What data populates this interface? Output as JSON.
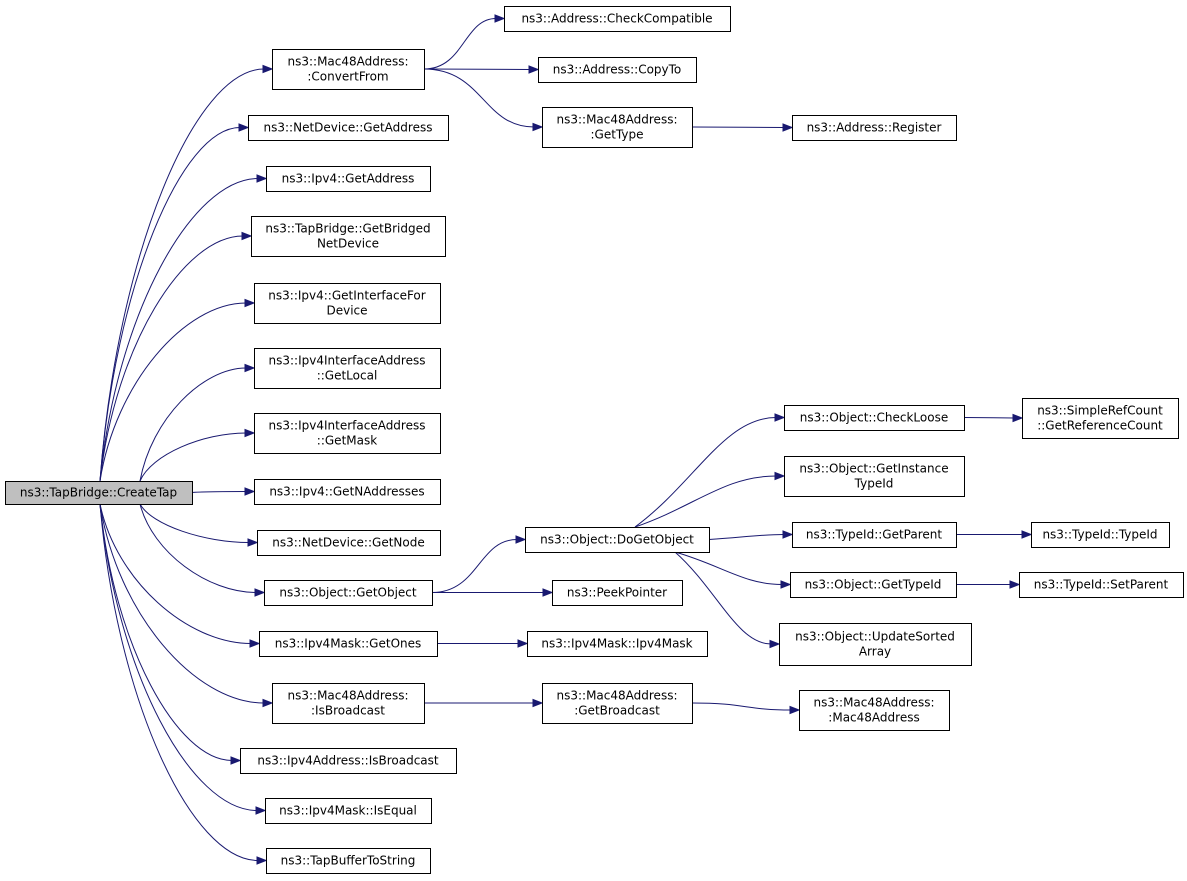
{
  "diagram": {
    "title": "",
    "colors": {
      "edge": "#191970",
      "node_border": "#000000",
      "root_fill": "#bfbfbf",
      "node_fill": "#ffffff"
    },
    "nodes": [
      {
        "id": "createtap",
        "lines": [
          "ns3::TapBridge::CreateTap"
        ],
        "root": true
      },
      {
        "id": "convertfrom",
        "lines": [
          "ns3::Mac48Address:",
          ":ConvertFrom"
        ]
      },
      {
        "id": "netdev_getaddress",
        "lines": [
          "ns3::NetDevice::GetAddress"
        ]
      },
      {
        "id": "ipv4_getaddress",
        "lines": [
          "ns3::Ipv4::GetAddress"
        ]
      },
      {
        "id": "getbridged",
        "lines": [
          "ns3::TapBridge::GetBridged",
          "NetDevice"
        ]
      },
      {
        "id": "getinterfacefor",
        "lines": [
          "ns3::Ipv4::GetInterfaceFor",
          "Device"
        ]
      },
      {
        "id": "getlocal",
        "lines": [
          "ns3::Ipv4InterfaceAddress",
          "::GetLocal"
        ]
      },
      {
        "id": "getmask",
        "lines": [
          "ns3::Ipv4InterfaceAddress",
          "::GetMask"
        ]
      },
      {
        "id": "getnaddresses",
        "lines": [
          "ns3::Ipv4::GetNAddresses"
        ]
      },
      {
        "id": "getnode",
        "lines": [
          "ns3::NetDevice::GetNode"
        ]
      },
      {
        "id": "getobject",
        "lines": [
          "ns3::Object::GetObject"
        ]
      },
      {
        "id": "getones",
        "lines": [
          "ns3::Ipv4Mask::GetOnes"
        ]
      },
      {
        "id": "mac_isbroadcast",
        "lines": [
          "ns3::Mac48Address:",
          ":IsBroadcast"
        ]
      },
      {
        "id": "ipv4addr_isbroadcast",
        "lines": [
          "ns3::Ipv4Address::IsBroadcast"
        ]
      },
      {
        "id": "isequal",
        "lines": [
          "ns3::Ipv4Mask::IsEqual"
        ]
      },
      {
        "id": "tapbuffertostring",
        "lines": [
          "ns3::TapBufferToString"
        ]
      },
      {
        "id": "checkcompatible",
        "lines": [
          "ns3::Address::CheckCompatible"
        ]
      },
      {
        "id": "copyto",
        "lines": [
          "ns3::Address::CopyTo"
        ]
      },
      {
        "id": "mac_gettype",
        "lines": [
          "ns3::Mac48Address:",
          ":GetType"
        ]
      },
      {
        "id": "register",
        "lines": [
          "ns3::Address::Register"
        ]
      },
      {
        "id": "dogetobject",
        "lines": [
          "ns3::Object::DoGetObject"
        ]
      },
      {
        "id": "peekpointer",
        "lines": [
          "ns3::PeekPointer"
        ]
      },
      {
        "id": "ipv4mask_ctor",
        "lines": [
          "ns3::Ipv4Mask::Ipv4Mask"
        ]
      },
      {
        "id": "getbroadcast",
        "lines": [
          "ns3::Mac48Address:",
          ":GetBroadcast"
        ]
      },
      {
        "id": "mac48_ctor",
        "lines": [
          "ns3::Mac48Address:",
          ":Mac48Address"
        ]
      },
      {
        "id": "checkloose",
        "lines": [
          "ns3::Object::CheckLoose"
        ]
      },
      {
        "id": "getinstancetypeid",
        "lines": [
          "ns3::Object::GetInstance",
          "TypeId"
        ]
      },
      {
        "id": "typeid_getparent",
        "lines": [
          "ns3::TypeId::GetParent"
        ]
      },
      {
        "id": "object_gettypeid",
        "lines": [
          "ns3::Object::GetTypeId"
        ]
      },
      {
        "id": "updatesorted",
        "lines": [
          "ns3::Object::UpdateSorted",
          "Array"
        ]
      },
      {
        "id": "getreferencecount",
        "lines": [
          "ns3::SimpleRefCount",
          "::GetReferenceCount"
        ]
      },
      {
        "id": "typeid_ctor",
        "lines": [
          "ns3::TypeId::TypeId"
        ]
      },
      {
        "id": "setparent",
        "lines": [
          "ns3::TypeId::SetParent"
        ]
      }
    ],
    "edges": [
      {
        "from": "createtap",
        "to": "convertfrom"
      },
      {
        "from": "createtap",
        "to": "netdev_getaddress"
      },
      {
        "from": "createtap",
        "to": "ipv4_getaddress"
      },
      {
        "from": "createtap",
        "to": "getbridged"
      },
      {
        "from": "createtap",
        "to": "getinterfacefor"
      },
      {
        "from": "createtap",
        "to": "getlocal"
      },
      {
        "from": "createtap",
        "to": "getmask"
      },
      {
        "from": "createtap",
        "to": "getnaddresses"
      },
      {
        "from": "createtap",
        "to": "getnode"
      },
      {
        "from": "createtap",
        "to": "getobject"
      },
      {
        "from": "createtap",
        "to": "getones"
      },
      {
        "from": "createtap",
        "to": "mac_isbroadcast"
      },
      {
        "from": "createtap",
        "to": "ipv4addr_isbroadcast"
      },
      {
        "from": "createtap",
        "to": "isequal"
      },
      {
        "from": "createtap",
        "to": "tapbuffertostring"
      },
      {
        "from": "convertfrom",
        "to": "checkcompatible"
      },
      {
        "from": "convertfrom",
        "to": "copyto"
      },
      {
        "from": "convertfrom",
        "to": "mac_gettype"
      },
      {
        "from": "mac_gettype",
        "to": "register"
      },
      {
        "from": "getobject",
        "to": "dogetobject"
      },
      {
        "from": "getobject",
        "to": "peekpointer"
      },
      {
        "from": "getones",
        "to": "ipv4mask_ctor"
      },
      {
        "from": "mac_isbroadcast",
        "to": "getbroadcast"
      },
      {
        "from": "getbroadcast",
        "to": "mac48_ctor"
      },
      {
        "from": "dogetobject",
        "to": "checkloose"
      },
      {
        "from": "dogetobject",
        "to": "getinstancetypeid"
      },
      {
        "from": "dogetobject",
        "to": "typeid_getparent"
      },
      {
        "from": "dogetobject",
        "to": "object_gettypeid"
      },
      {
        "from": "dogetobject",
        "to": "updatesorted"
      },
      {
        "from": "checkloose",
        "to": "getreferencecount"
      },
      {
        "from": "typeid_getparent",
        "to": "typeid_ctor"
      },
      {
        "from": "object_gettypeid",
        "to": "setparent"
      }
    ]
  }
}
